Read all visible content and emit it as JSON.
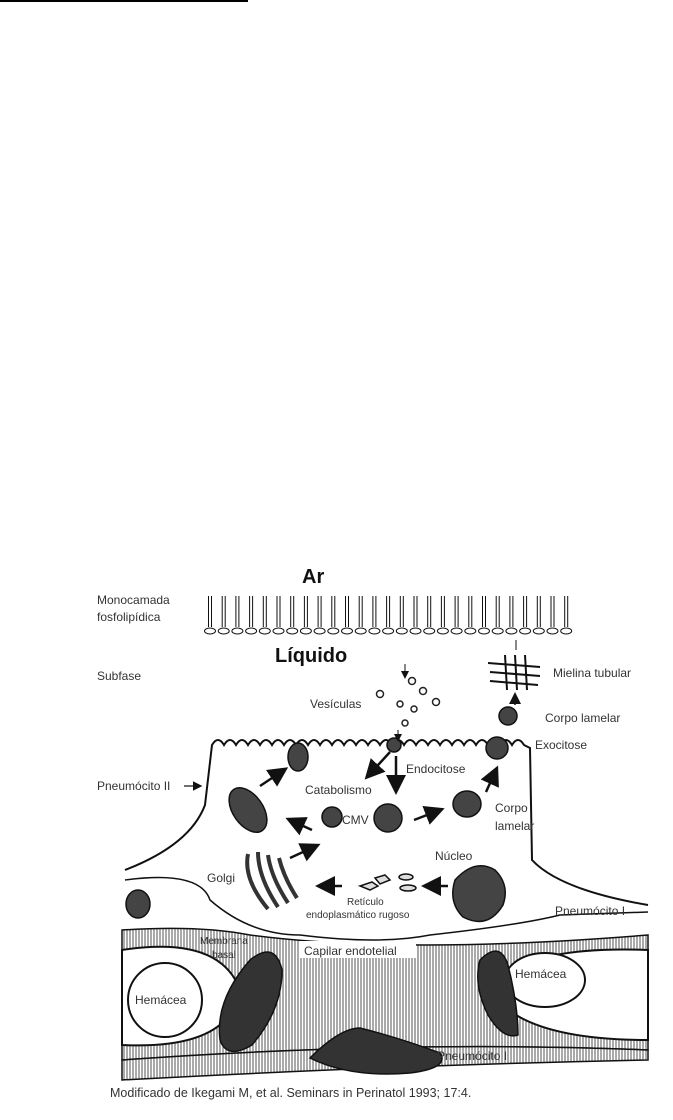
{
  "figure": {
    "labels": {
      "air": "Ar",
      "monolayer_1": "Monocamada",
      "monolayer_2": "fosfolipídica",
      "liquid": "Líquido",
      "subphase": "Subfase",
      "tubular_myelin": "Mielina tubular",
      "vesicles": "Vesículas",
      "lamellar_body_top": "Corpo lamelar",
      "exocytosis": "Exocitose",
      "endocytosis": "Endocitose",
      "pneumocyte_ii": "Pneumócito II",
      "catabolism": "Catabolismo",
      "mvb": "CMV",
      "lamellar_body_1": "Corpo",
      "lamellar_body_2": "lamelar",
      "nucleus": "Núcleo",
      "golgi": "Golgi",
      "rer_1": "Retículo",
      "rer_2": "endoplasmático rugoso",
      "pneumocyte_i_right": "Pneumócito I",
      "basal_membrane_1": "Membrana",
      "basal_membrane_2": "basal",
      "capillary": "Capilar endotelial",
      "rbc_right": "Hemácea",
      "rbc_left": "Hemácea",
      "pneumocyte_i_bottom": "Pneumócito I"
    },
    "caption": "Modificado de Ikegami M, et al. Seminars in Perinatol 1993; 17:4."
  }
}
